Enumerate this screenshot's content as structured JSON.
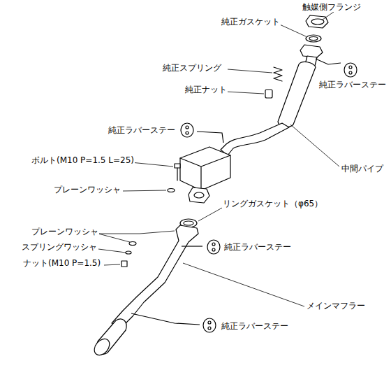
{
  "diagram": {
    "labels": [
      "触媒側フランジ",
      "純正ガスケット",
      "純正スプリング",
      "純正ナット",
      "純正ラバーステー",
      "純正ラバーステー",
      "中間パイプ",
      "ボルト(M10 P=1.5 L=25)",
      "プレーンワッシャ",
      "リングガスケット（φ65）",
      "プレーンワッシャ",
      "スプリングワッシャ",
      "ナット(M10 P=1.5)",
      "純正ラバーステー",
      "メインマフラー",
      "純正ラバーステー"
    ]
  }
}
